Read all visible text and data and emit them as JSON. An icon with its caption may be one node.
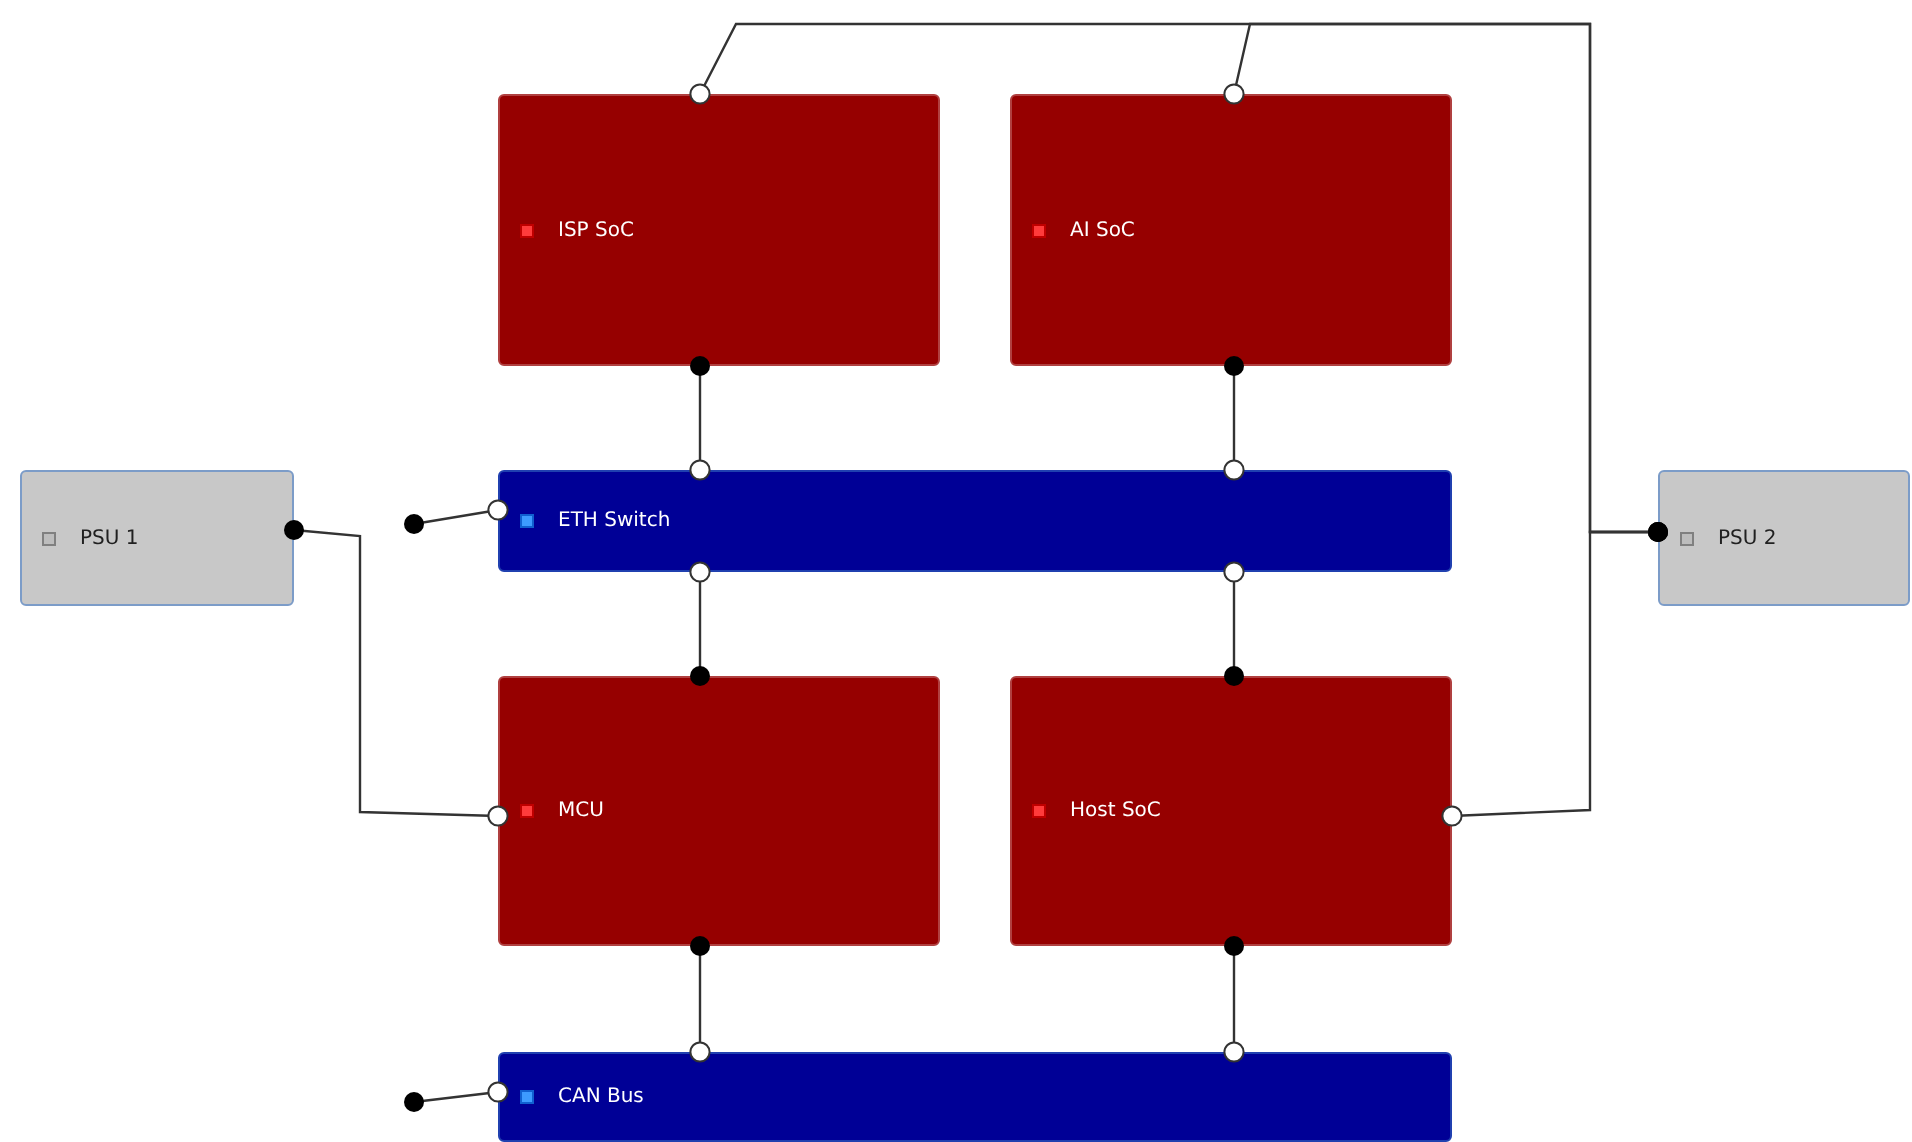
{
  "diagram": {
    "nodes": [
      {
        "text": [
          "ISP SoC"
        ]
      },
      {
        "text": [
          "AI SoC"
        ]
      },
      {
        "text": [
          "PSU 1"
        ]
      },
      {
        "text": [
          "ETH Switch"
        ]
      },
      {
        "text": [
          "PSU 2"
        ]
      },
      {
        "text": [
          "MCU"
        ]
      },
      {
        "text": [
          "Host SoC"
        ]
      },
      {
        "text": [
          "CAN Bus"
        ]
      }
    ],
    "edges": [
      {
        "from": 4,
        "to": 0,
        "arrow": "other"
      },
      {
        "from": 4,
        "to": 1,
        "arrow": "other"
      },
      {
        "from": 4,
        "to": 6,
        "arrow": "other"
      },
      {
        "from": 2,
        "to": 5,
        "arrow": "other"
      },
      {
        "from": 0,
        "to": 3,
        "arrow": "other"
      },
      {
        "from": 1,
        "to": 3,
        "arrow": "other"
      },
      {
        "from": 5,
        "to": 3,
        "arrow": "other"
      },
      {
        "from": 6,
        "to": 3,
        "arrow": "other"
      },
      {
        "from": 5,
        "to": 7,
        "arrow": "other"
      },
      {
        "from": 6,
        "to": 7,
        "arrow": "other"
      },
      {
        "from": null,
        "to": 3,
        "arrow": "other"
      },
      {
        "from": null,
        "to": 7,
        "arrow": "other"
      }
    ]
  }
}
